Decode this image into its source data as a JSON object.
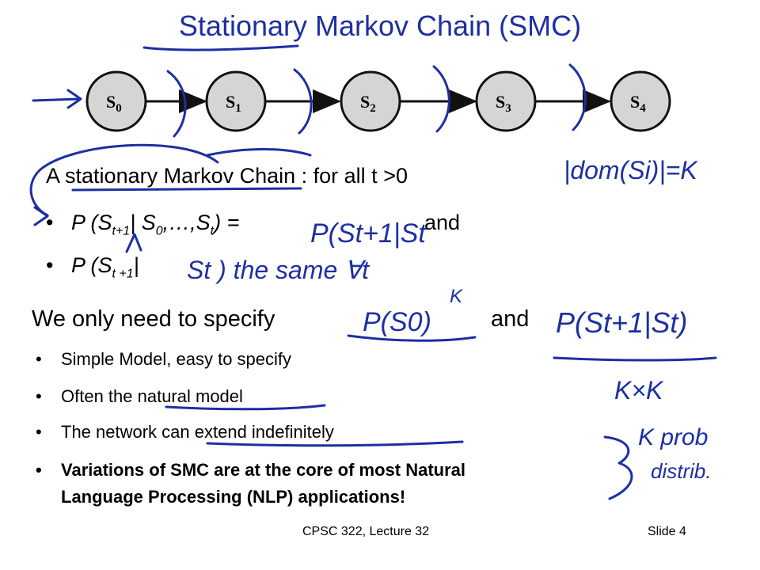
{
  "slide": {
    "title": "Stationary Markov Chain (SMC)",
    "chain_nodes": [
      {
        "base": "S",
        "sub": "0"
      },
      {
        "base": "S",
        "sub": "1"
      },
      {
        "base": "S",
        "sub": "2"
      },
      {
        "base": "S",
        "sub": "3"
      },
      {
        "base": "S",
        "sub": "4"
      }
    ],
    "definition": {
      "prefix": "A ",
      "term": "stationary Markov Chain",
      "suffix": " : for all t >0"
    },
    "bullet1": {
      "p": "P (S",
      "sub_a": "t+1",
      "mid": "| S",
      "sub_b": "0",
      "dots": ",…,S",
      "sub_c": "t",
      "end": ") =",
      "tail": "and"
    },
    "bullet2": {
      "p": "P (S",
      "sub_a": "t +1",
      "mid": "|"
    },
    "specify": {
      "text": "We only need to specify",
      "and": "and"
    },
    "sub_bullets": [
      "Simple Model, easy to specify",
      "Often the natural model",
      "The network can extend indefinitely",
      "Variations of SMC are at the core of most Natural",
      "Language Processing (NLP) applications!"
    ],
    "footer": {
      "course": "CPSC 322, Lecture 32",
      "slide": "Slide 4"
    },
    "handwriting": {
      "dom": "|dom(Si)|=K",
      "cond1": "P(St+1|St",
      "cond2": "St )   the same ∀t",
      "prior": "P(S0)",
      "k": "K",
      "cond3": "P(St+1|St)",
      "kxk": "K×K",
      "kprob1": "K prob",
      "kprob2": "distrib."
    },
    "colors": {
      "title": "#1f2fa0",
      "ink": "#1d2fa3",
      "node_fill": "#d5d5d5"
    }
  }
}
